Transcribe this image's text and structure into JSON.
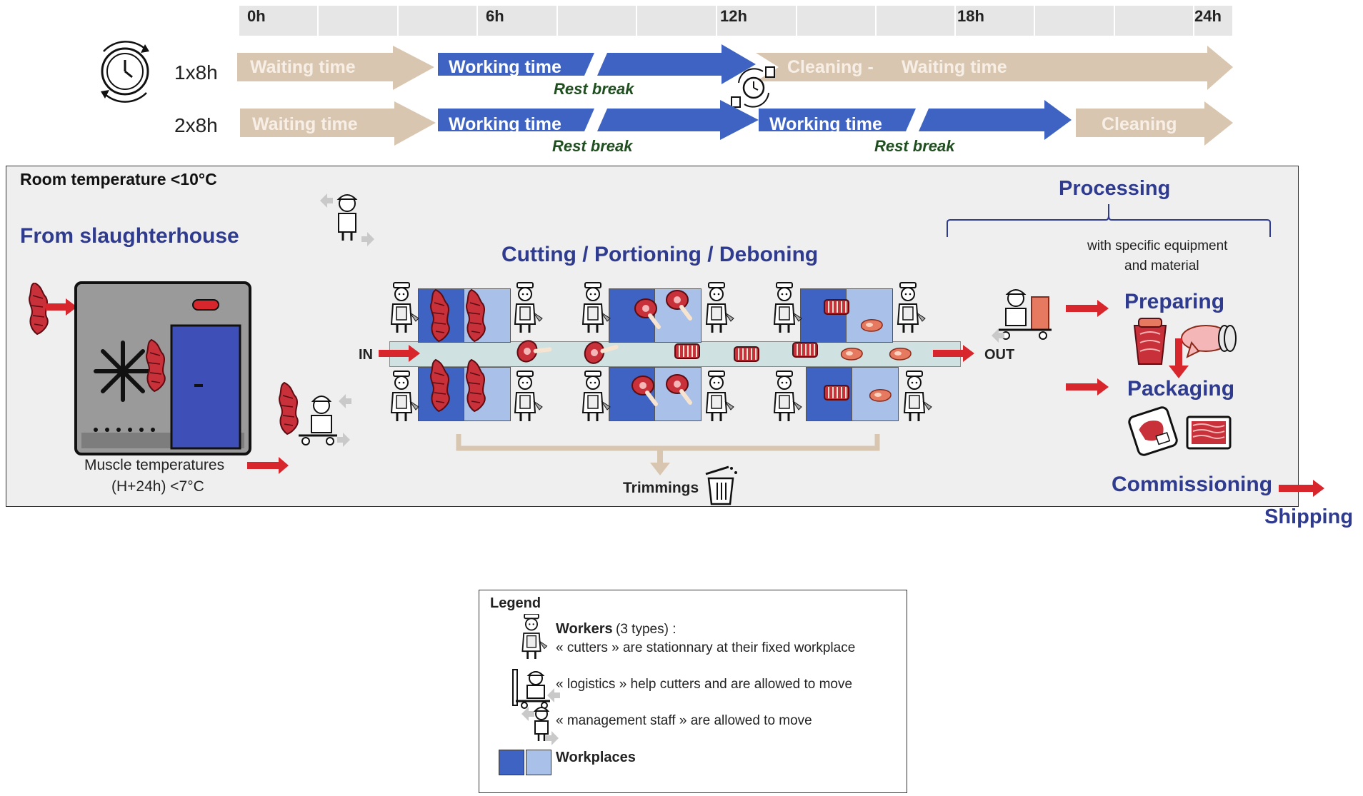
{
  "timeline": {
    "ticks": [
      "0h",
      "6h",
      "12h",
      "18h",
      "24h"
    ],
    "shift1": {
      "label": "1x8h",
      "waiting": "Waiting time",
      "working": "Working time",
      "rest": "Rest break",
      "cleaning": "Cleaning -",
      "waiting2": "Waiting time"
    },
    "shift2": {
      "label": "2x8h",
      "waiting": "Waiting time",
      "working1": "Working time",
      "rest1": "Rest break",
      "working2": "Working time",
      "rest2": "Rest break",
      "cleaning": "Cleaning"
    }
  },
  "process": {
    "room_temperature": "Room temperature <10°C",
    "from_slaughterhouse": "From slaughterhouse",
    "muscle_temp_line1": "Muscle temperatures",
    "muscle_temp_line2": "(H+24h) <7°C",
    "cutting_title": "Cutting / Portioning / Deboning",
    "in_label": "IN",
    "out_label": "OUT",
    "trimmings": "Trimmings",
    "processing": "Processing",
    "processing_note_line1": "with specific equipment",
    "processing_note_line2": "and material",
    "preparing": "Preparing",
    "packaging": "Packaging",
    "commissioning": "Commissioning",
    "shipping": "Shipping"
  },
  "legend": {
    "title": "Legend",
    "workers_bold": "Workers",
    "workers_rest": " (3 types) :",
    "cutters": "« cutters »  are  stationnary at their fixed workplace",
    "logistics": "« logistics » help cutters and are allowed to move",
    "management": "« management  staff » are allowed to move",
    "workplaces": "Workplaces"
  },
  "colors": {
    "waiting": "#d9c6b0",
    "working": "#3e63c2",
    "meat": "#c8303a",
    "arrow_red": "#d8262d",
    "workplace_dark": "#3e63c2",
    "workplace_light": "#a9c0e8",
    "heading_blue": "#2e3b8f"
  }
}
